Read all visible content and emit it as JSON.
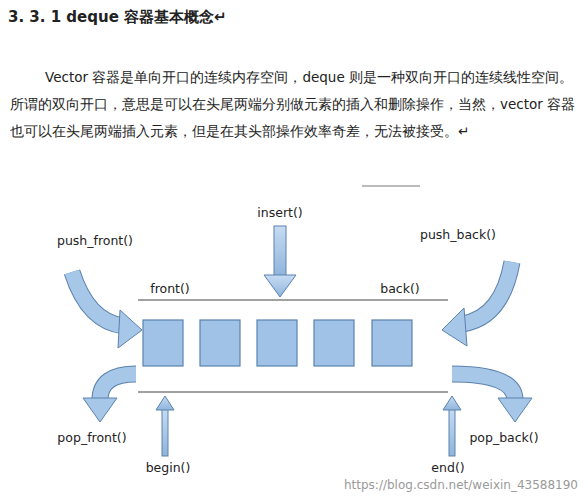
{
  "diagram": {
    "title": "3. 3. 1 deque 容器基本概念↵",
    "labels": [
      "Vector 容器是单向开口的连续内存空间，deque 则是一种双向开口的连续线性空间。所谓的双向开口，意思是可以在头尾两端分别做元素的插入和删除操作，当然，vector 容器也可以在头尾两端插入元素，但是在其头部操作效率奇差，无法被接受。↵",
      "insert()",
      "push_front()",
      "push_back()",
      "front()",
      "back()",
      "pop_front()",
      "pop_back()",
      "begin()",
      "end()",
      "https://blog.csdn.net/weixin_43588190"
    ]
  }
}
